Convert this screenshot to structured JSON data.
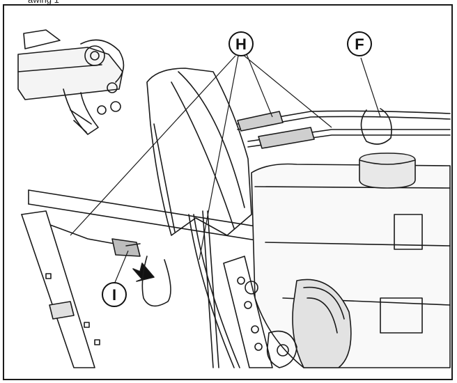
{
  "caption_partial": "awing 1",
  "callouts": {
    "h": "H",
    "f": "F",
    "i": "I"
  },
  "colors": {
    "line": "#1a1a1a",
    "background": "#ffffff",
    "shade": "#d8d8d8"
  }
}
